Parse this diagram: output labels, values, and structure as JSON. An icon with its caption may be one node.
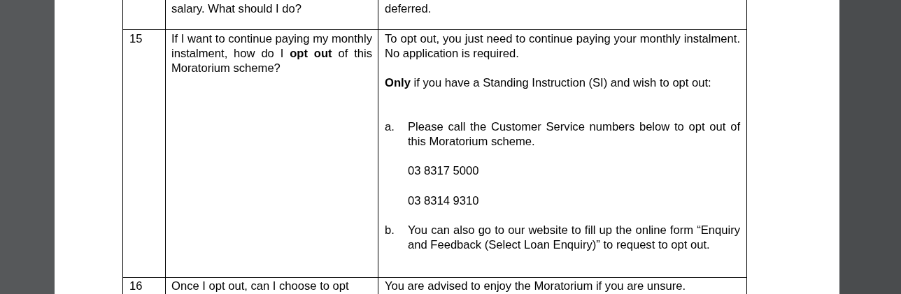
{
  "diagram": {
    "labels": [
      "salary. What should I do?",
      "deferred.",
      "15",
      "If I want to continue paying my monthly instalment, how do I **opt out** of this Moratorium scheme?",
      "To opt out, you just need to continue paying your monthly instalment. No application is required.",
      "**Only** if you have a Standing Instruction (SI) and wish to opt out:",
      "a.",
      "Please call the Customer Service numbers below to opt out of this Moratorium scheme.",
      "03 8317 5000",
      "03 8314 9310",
      "b.",
      "You can also go to our website to fill up the online form “Enquiry and Feedback (Select Loan Enquiry)” to request to opt out.",
      "16",
      "Once I opt out, can I choose to opt",
      "You are advised to enjoy the Moratorium if you are unsure."
    ]
  }
}
